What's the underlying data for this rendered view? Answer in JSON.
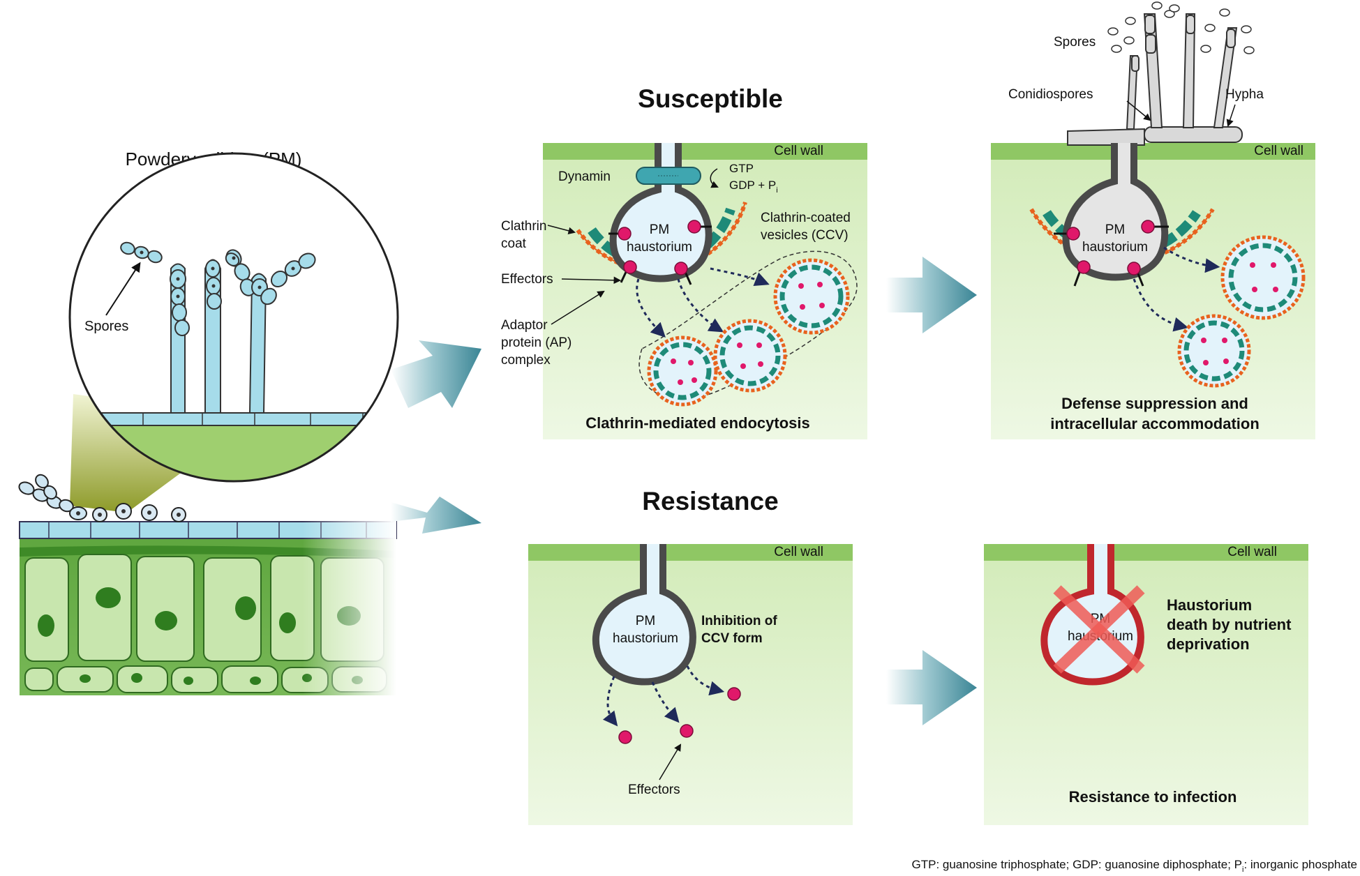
{
  "colors": {
    "cytoplasm": "#dff0c9",
    "cell_wall": "#8fc764",
    "haustorium_fill": "#e3f3fb",
    "haustorium_outline": "#4a4a4a",
    "clathrin": "#e8621e",
    "adaptor": "#1e8a78",
    "effector": "#e0186a",
    "arrow": "#3f8a99",
    "fungus_blue": "#a6dcea",
    "fungus_gray": "#d9d9d9",
    "dead_haustorium": "#c0272d",
    "cross": "#ef5a56"
  },
  "icons": [
    "magnifier-circle-icon",
    "flow-arrow-icon",
    "cross-icon",
    "effector-dot-icon",
    "vesicle-icon"
  ],
  "left": {
    "title": "Powdery mildew (PM)",
    "spores_label": "Spores"
  },
  "susceptible": {
    "title": "Susceptible",
    "cell_wall": "Cell wall",
    "dynamin": "Dynamin",
    "gtp": "GTP",
    "gdp": "GDP + P",
    "gdp_sub": "i",
    "clathrin_coat_1": "Clathrin",
    "clathrin_coat_2": "coat",
    "ccv_1": "Clathrin-coated",
    "ccv_2": "vesicles (CCV)",
    "effectors": "Effectors",
    "adaptor_1": "Adaptor",
    "adaptor_2": "protein (AP)",
    "adaptor_3": "complex",
    "pm_1": "PM",
    "pm_2": "haustorium",
    "caption": "Clathrin-mediated endocytosis"
  },
  "susceptible_outcome": {
    "spores": "Spores",
    "conidiospores": "Conidiospores",
    "hypha": "Hypha",
    "cell_wall": "Cell wall",
    "pm_1": "PM",
    "pm_2": "haustorium",
    "caption_1": "Defense suppression and",
    "caption_2": "intracellular accommodation"
  },
  "resistance": {
    "title": "Resistance",
    "cell_wall": "Cell wall",
    "pm_1": "PM",
    "pm_2": "haustorium",
    "inhibition_1": "Inhibition of",
    "inhibition_2": "CCV form",
    "effectors": "Effectors"
  },
  "resistance_outcome": {
    "cell_wall": "Cell wall",
    "pm_1": "PM",
    "pm_2": "haustorium",
    "death_1": "Haustorium",
    "death_2": "death by nutrient",
    "death_3": "deprivation",
    "caption": "Resistance to infection"
  },
  "footnote": {
    "text_a": "GTP: guanosine triphosphate; GDP: guanosine diphosphate; P",
    "sub": "i",
    "text_b": ": inorganic phosphate"
  }
}
